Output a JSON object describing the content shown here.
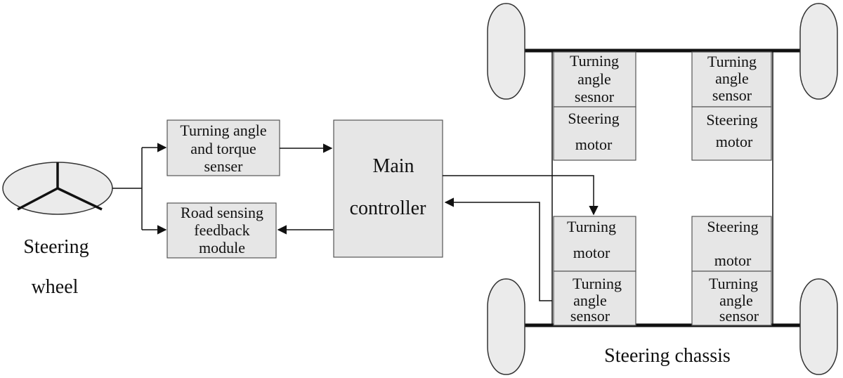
{
  "steering_wheel": {
    "label_line1": "Steering",
    "label_line2": "wheel"
  },
  "sensor_box": {
    "lines": [
      "Turning angle",
      "and torque",
      "senser"
    ]
  },
  "feedback_box": {
    "lines": [
      "Road sensing",
      "feedback",
      "module"
    ]
  },
  "main_controller": {
    "lines": [
      "Main",
      "controller"
    ]
  },
  "chassis": {
    "label": "Steering chassis",
    "front_left_sensor": [
      "Turning",
      "angle",
      "sesnor"
    ],
    "front_left_motor": [
      "Steering",
      "motor"
    ],
    "front_right_sensor": [
      "Turning",
      "angle",
      "sensor"
    ],
    "front_right_motor": [
      "Steering",
      "motor"
    ],
    "rear_left_motor": [
      "Turning",
      "motor"
    ],
    "rear_left_sensor": [
      "Turning",
      "angle",
      "sensor"
    ],
    "rear_right_motor": [
      "Steering",
      "motor"
    ],
    "rear_right_sensor": [
      "Turning",
      "angle",
      "sensor"
    ]
  },
  "colors": {
    "box_fill": "#e6e6e6",
    "wheel_fill": "#ebebeb",
    "stroke": "#222222"
  }
}
